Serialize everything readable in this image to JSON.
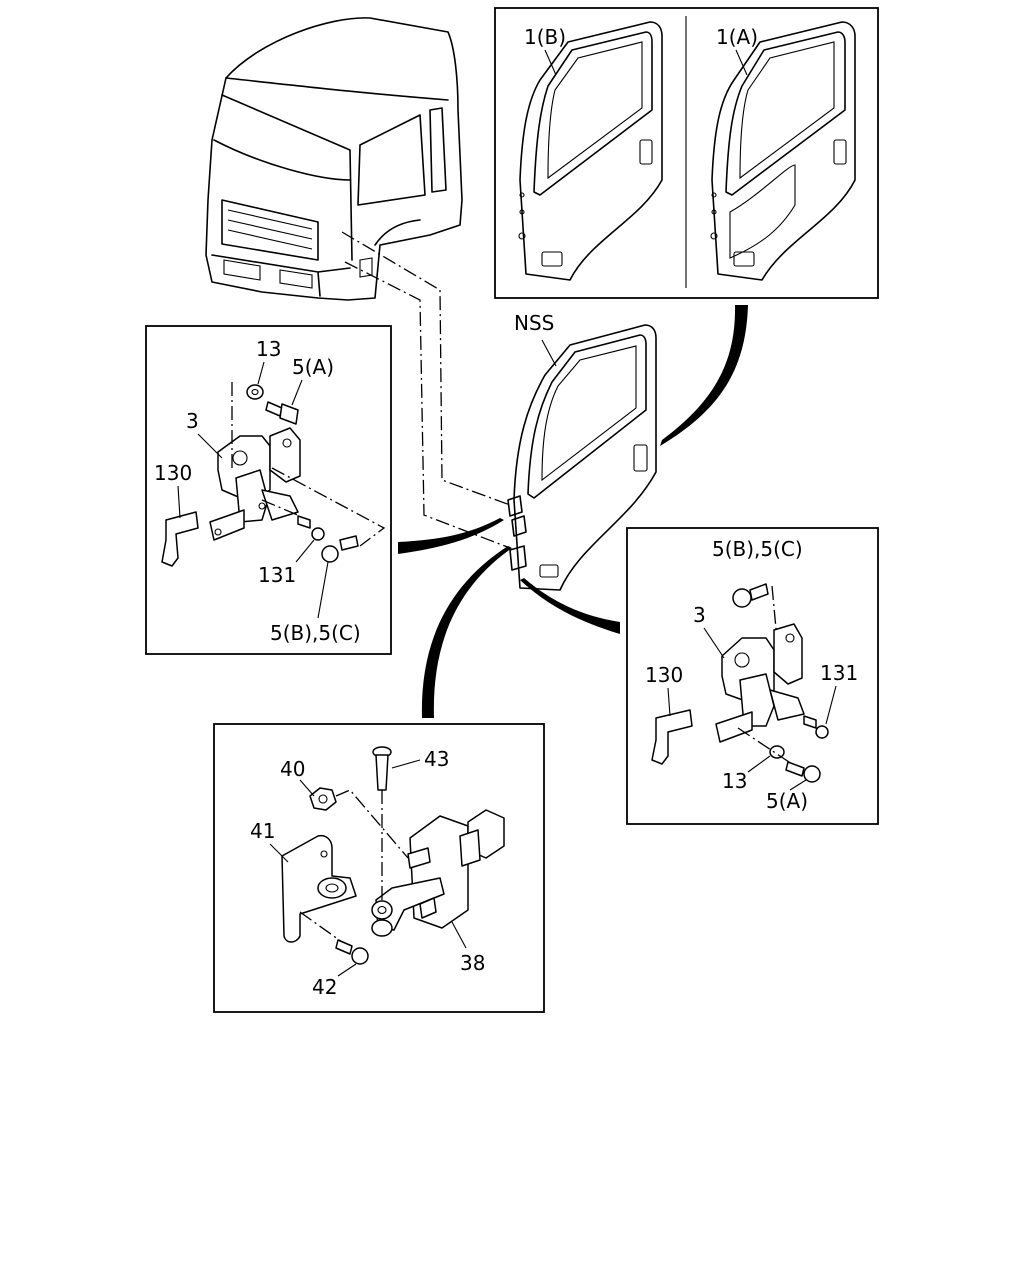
{
  "labels": {
    "door_b": "1(B)",
    "door_a": "1(A)",
    "nss": "NSS",
    "left_13": "13",
    "left_5a": "5(A)",
    "left_3": "3",
    "left_130": "130",
    "left_131": "131",
    "left_5bc": "5(B),5(C)",
    "right_5bc": "5(B),5(C)",
    "right_3": "3",
    "right_130": "130",
    "right_131": "131",
    "right_13": "13",
    "right_5a": "5(A)",
    "check_40": "40",
    "check_43": "43",
    "check_41": "41",
    "check_38": "38",
    "check_42": "42"
  }
}
